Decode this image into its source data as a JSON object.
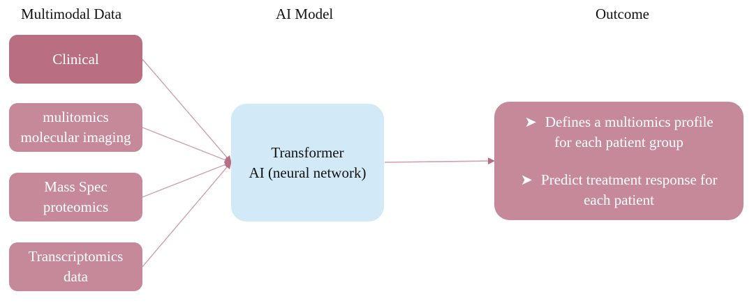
{
  "columns": {
    "inputs_title": "Multimodal Data",
    "model_title": "AI Model",
    "outcome_title": "Outcome"
  },
  "inputs": [
    {
      "label": "Clinical",
      "emphasis": true
    },
    {
      "label": "mulitomics\nmolecular imaging",
      "emphasis": false
    },
    {
      "label": "Mass Spec\nproteomics",
      "emphasis": false
    },
    {
      "label": "Transcriptomics\ndata",
      "emphasis": false
    }
  ],
  "model": {
    "line1": "Transformer",
    "line2": "AI (neural network)"
  },
  "outcome": {
    "bullet_icon": "arrowhead-bullet-icon",
    "bullets": [
      {
        "line1": "Defines a multiomics profile",
        "line2": "for each patient group"
      },
      {
        "line1": "Predict treatment response for",
        "line2": "each patient"
      }
    ]
  },
  "colors": {
    "input_primary": "#b96e82",
    "input_secondary": "#c6899a",
    "model_fill": "#d2eaf7",
    "outcome_fill": "#c6899a",
    "connector": "#c8899b"
  }
}
